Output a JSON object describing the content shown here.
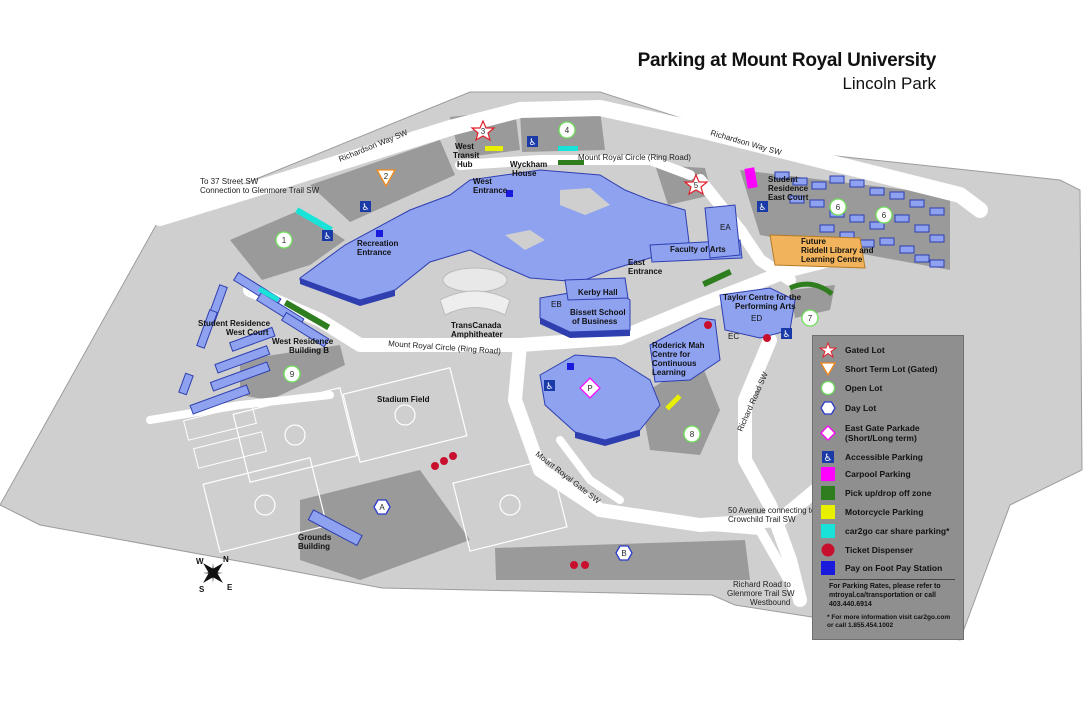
{
  "header": {
    "title": "Parking at Mount Royal University",
    "subtitle": "Lincoln Park"
  },
  "roads": {
    "richardson_west": "Richardson Way SW",
    "richardson_east": "Richardson Way SW",
    "to_37_street_1": "To 37 Street SW",
    "to_37_street_2": "Connection to Glenmore Trail SW",
    "ring_north": "Mount Royal Circle (Ring Road)",
    "ring_south": "Mount Royal Circle (Ring Road)",
    "mount_royal_gate": "Mount Royal Gate SW",
    "richard_road": "Richard Road SW",
    "ave50_1": "50 Avenue connecting to",
    "ave50_2": "Crowchild Trail SW",
    "richard_glen_1": "Richard Road to",
    "richard_glen_2": "Glenmore Trail SW",
    "richard_glen_3": "Westbound"
  },
  "places": {
    "west_transit_1": "West",
    "west_transit_2": "Transit",
    "west_transit_3": "Hub",
    "wyckham_1": "Wyckham",
    "wyckham_2": "House",
    "west_entrance_1": "West",
    "west_entrance_2": "Entrance",
    "recreation_1": "Recreation",
    "recreation_2": "Entrance",
    "faculty_arts": "Faculty of Arts",
    "ea": "EA",
    "east_entrance_1": "East",
    "east_entrance_2": "Entrance",
    "kerby": "Kerby Hall",
    "eb": "EB",
    "bissett_1": "Bissett School",
    "bissett_2": "of Business",
    "amph_1": "TransCanada",
    "amph_2": "Amphitheater",
    "taylor_1": "Taylor Centre for the",
    "taylor_2": "Performing Arts",
    "ec": "EC",
    "ed": "ED",
    "roderick_1": "Roderick Mah",
    "roderick_2": "Centre for",
    "roderick_3": "Continuous",
    "roderick_4": "Learning",
    "sr_west_1": "Student Residence",
    "sr_west_2": "West Court",
    "wr_b_1": "West Residence",
    "wr_b_2": "Building B",
    "sr_east_1": "Student",
    "sr_east_2": "Residence",
    "sr_east_3": "East Court",
    "riddell_1": "Future",
    "riddell_2": "Riddell Library and",
    "riddell_3": "Learning Centre",
    "stadium": "Stadium Field",
    "grounds_1": "Grounds",
    "grounds_2": "Building",
    "parkade_p": "P"
  },
  "lots": {
    "l1": "1",
    "l2": "2",
    "l3": "3",
    "l4": "4",
    "l5": "5",
    "l6a": "6",
    "l6b": "6",
    "l7": "7",
    "l8": "8",
    "l9": "9",
    "la": "A",
    "lb": "B"
  },
  "compass": {
    "w": "W",
    "n": "N",
    "s": "S",
    "e": "E"
  },
  "legend": {
    "items": [
      {
        "label": "Gated Lot",
        "icon": "star-icon"
      },
      {
        "label": "Short Term Lot (Gated)",
        "icon": "triangle-icon"
      },
      {
        "label": "Open Lot",
        "icon": "circle-icon"
      },
      {
        "label": "Day Lot",
        "icon": "hexagon-icon"
      },
      {
        "label": "East Gate Parkade",
        "label2": "(Short/Long term)",
        "icon": "diamond-icon"
      },
      {
        "label": "Accessible Parking",
        "icon": "wheelchair-icon"
      },
      {
        "label": "Carpool Parking",
        "icon": "swatch",
        "color": "#ff00ff"
      },
      {
        "label": "Pick up/drop off zone",
        "icon": "swatch",
        "color": "#2e7d1e"
      },
      {
        "label": "Motorcycle Parking",
        "icon": "swatch",
        "color": "#e8f000"
      },
      {
        "label": "car2go car share parking*",
        "icon": "swatch",
        "color": "#19e3d8"
      },
      {
        "label": "Ticket Dispenser",
        "icon": "dot",
        "color": "#c8102e"
      },
      {
        "label": "Pay on Foot Pay Station",
        "icon": "swatch",
        "color": "#1a1adc"
      }
    ],
    "note1": "For Parking Rates, please refer to",
    "note2": "mtroyal.ca/transportation or call",
    "note3": "403.440.6914",
    "note4": "* For more information visit car2go.com",
    "note5": "or call 1.855.454.1002"
  },
  "colors": {
    "ground": "#cfcfcf",
    "road": "#ffffff",
    "building": "#8ea2f0",
    "building_dark": "#2f3fb0",
    "lot_gray": "#9a9a9a",
    "riddell": "#f1b45c"
  }
}
